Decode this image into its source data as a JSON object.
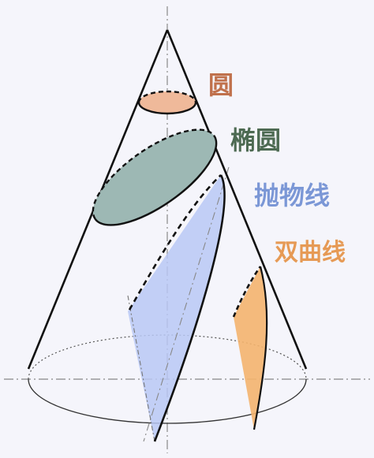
{
  "labels": {
    "circle": {
      "text": "圆",
      "color": "#c0714c"
    },
    "ellipse": {
      "text": "椭圆",
      "color": "#4d6a52"
    },
    "parabola": {
      "text": "抛物线",
      "color": "#7b97d6"
    },
    "hyperbola": {
      "text": "双曲线",
      "color": "#e69a55"
    }
  },
  "colors": {
    "background": "#f5f5fb",
    "cone_line": "#111111",
    "axis_line": "#888888",
    "circle_fill": "#efb99a",
    "ellipse_fill": "#9db8b4",
    "parabola_fill": "#b8c8f4",
    "hyperbola_fill": "#f4b46e"
  }
}
